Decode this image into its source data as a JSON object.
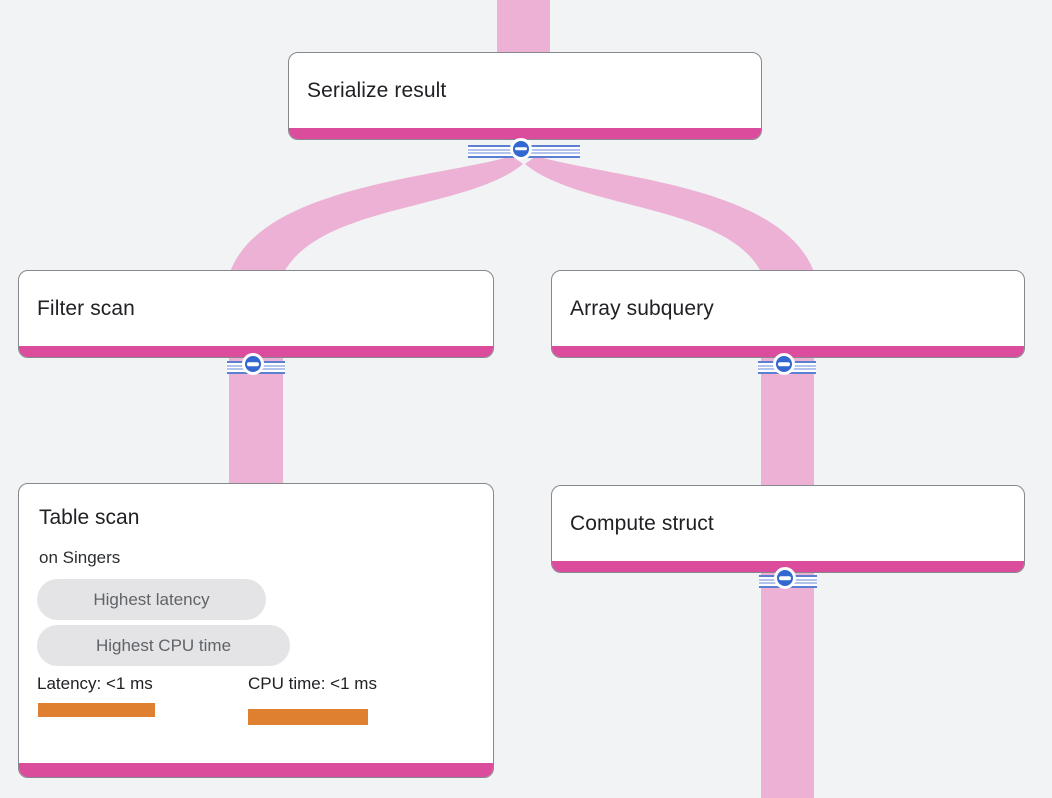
{
  "diagram": {
    "type": "query-execution-plan",
    "nodes": [
      {
        "title": "Serialize result"
      },
      {
        "title": "Filter scan"
      },
      {
        "title": "Array subquery"
      },
      {
        "title": "Compute struct"
      },
      {
        "title": "Table scan",
        "subtitle": "on Singers",
        "badges": [
          "Highest latency",
          "Highest CPU time"
        ],
        "metrics": [
          {
            "label": "Latency: <1 ms"
          },
          {
            "label": "CPU time: <1 ms"
          }
        ]
      }
    ],
    "edges": [
      {
        "from": "root",
        "to": "Serialize result"
      },
      {
        "from": "Serialize result",
        "to": "Filter scan"
      },
      {
        "from": "Serialize result",
        "to": "Array subquery"
      },
      {
        "from": "Filter scan",
        "to": "Table scan"
      },
      {
        "from": "Array subquery",
        "to": "Compute struct"
      },
      {
        "from": "Compute struct",
        "to": "child-offscreen"
      }
    ],
    "icons": {
      "collapse_button": "minus-circle-icon"
    }
  },
  "colors": {
    "background": "#f1f3f4",
    "node_fill": "#ffffff",
    "node_border": "#85888c",
    "accent_bar": "#dc4c9d",
    "flow_pink": "#ecb1d4",
    "button_blue": "#3268cf",
    "track_blue": "#5b80d2",
    "track_light": "#b3c4ec",
    "badge_bg": "#e4e4e6",
    "badge_text": "#5f6368",
    "metric_orange": "#de8030",
    "title_text": "#202124",
    "subtitle_text": "#2b2e31"
  }
}
